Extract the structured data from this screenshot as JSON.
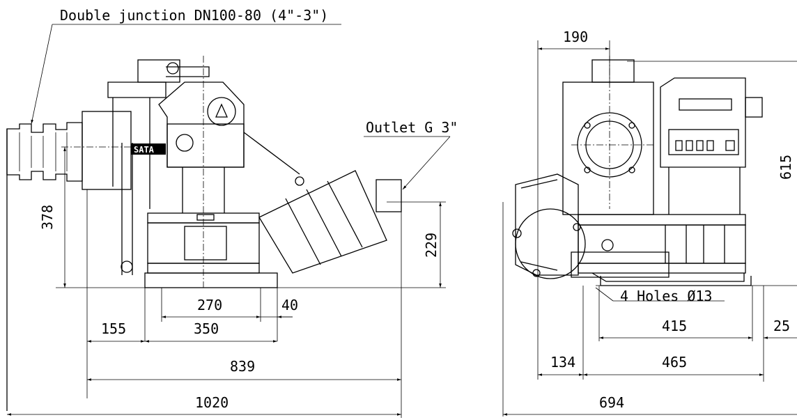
{
  "labels": {
    "double_junction": "Double junction DN100-80 (4\"-3\")",
    "outlet": "Outlet G 3\"",
    "holes": "4 Holes Ø13",
    "brand": "SATA"
  },
  "dimensions": {
    "d190": "190",
    "d615": "615",
    "d378": "378",
    "d229": "229",
    "d270": "270",
    "d40": "40",
    "d155": "155",
    "d350": "350",
    "d839": "839",
    "d1020": "1020",
    "d415": "415",
    "d25": "25",
    "d134": "134",
    "d465": "465",
    "d694": "694"
  }
}
